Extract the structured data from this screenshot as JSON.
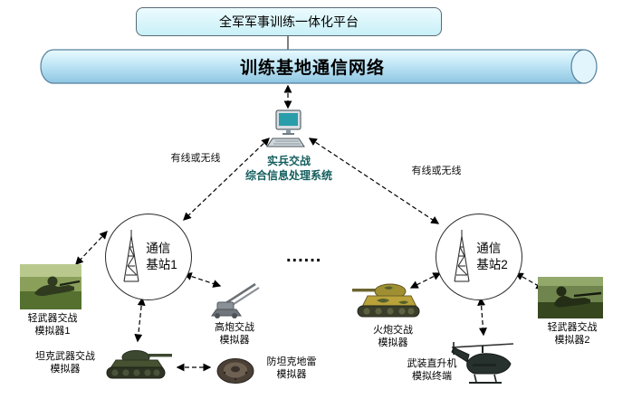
{
  "diagram": {
    "platform": {
      "title": "全军军事训练一体化平台"
    },
    "network": {
      "title": "训练基地通信网络"
    },
    "processing": {
      "label": "实兵交战\n综合信息处理系统"
    },
    "links": {
      "left": "有线或无线",
      "right": "有线或无线"
    },
    "stations": {
      "s1": "通信\n基站1",
      "s2": "通信\n基站2"
    },
    "ellipsis": "......",
    "simulators": {
      "light1": "轻武器交战\n模拟器1",
      "aagun": "高炮交战\n模拟器",
      "tank": "坦克武器交战\n模拟器",
      "mine": "防坦克地雷\n模拟器",
      "artillery": "火炮交战\n模拟器",
      "heli": "武装直升机\n模拟终端",
      "light2": "轻武器交战\n模拟器2"
    },
    "colors": {
      "platform_fill": "#c8f0f7",
      "cylinder_fill": "#bfe6f6",
      "cylinder_cap_fill": "#e2f5fc",
      "processing_label_color": "#155f5f",
      "screen_teal": "#2a9daa"
    }
  }
}
